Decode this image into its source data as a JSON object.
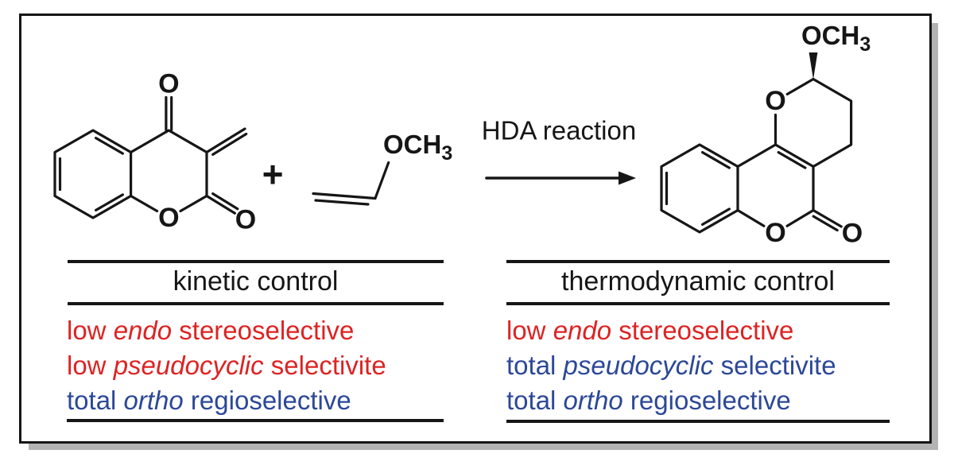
{
  "colors": {
    "red": "#dd2323",
    "blue": "#2c4897",
    "black": "#161616",
    "shadow": "#b3b3b3"
  },
  "reaction": {
    "plus": "+",
    "arrow_label": "HDA reaction"
  },
  "molecules": {
    "reactant_chromandione": {
      "o_ketone": "O",
      "o_carbonyl": "O",
      "o_ring": "O"
    },
    "methyl_vinyl_ether": {
      "group": "OCH",
      "subscript": "3"
    },
    "product_pyranochromenone": {
      "group": "OCH",
      "subscript": "3",
      "o_pyran": "O",
      "o_ring": "O",
      "o_carbonyl": "O"
    }
  },
  "columns": [
    {
      "header": "kinetic control",
      "rows": [
        {
          "pre": "low ",
          "em": "endo",
          "post": " stereoselective",
          "color": "red"
        },
        {
          "pre": "low ",
          "em": "pseudocyclic",
          "post": " selectivite",
          "color": "red"
        },
        {
          "pre": "total ",
          "em": "ortho",
          "post": " regioselective",
          "color": "blue"
        }
      ]
    },
    {
      "header": "thermodynamic control",
      "rows": [
        {
          "pre": "low ",
          "em": "endo",
          "post": " stereoselective",
          "color": "red"
        },
        {
          "pre": "total ",
          "em": "pseudocyclic",
          "post": " selectivite",
          "color": "blue"
        },
        {
          "pre": "total ",
          "em": "ortho",
          "post": " regioselective",
          "color": "blue"
        }
      ]
    }
  ]
}
